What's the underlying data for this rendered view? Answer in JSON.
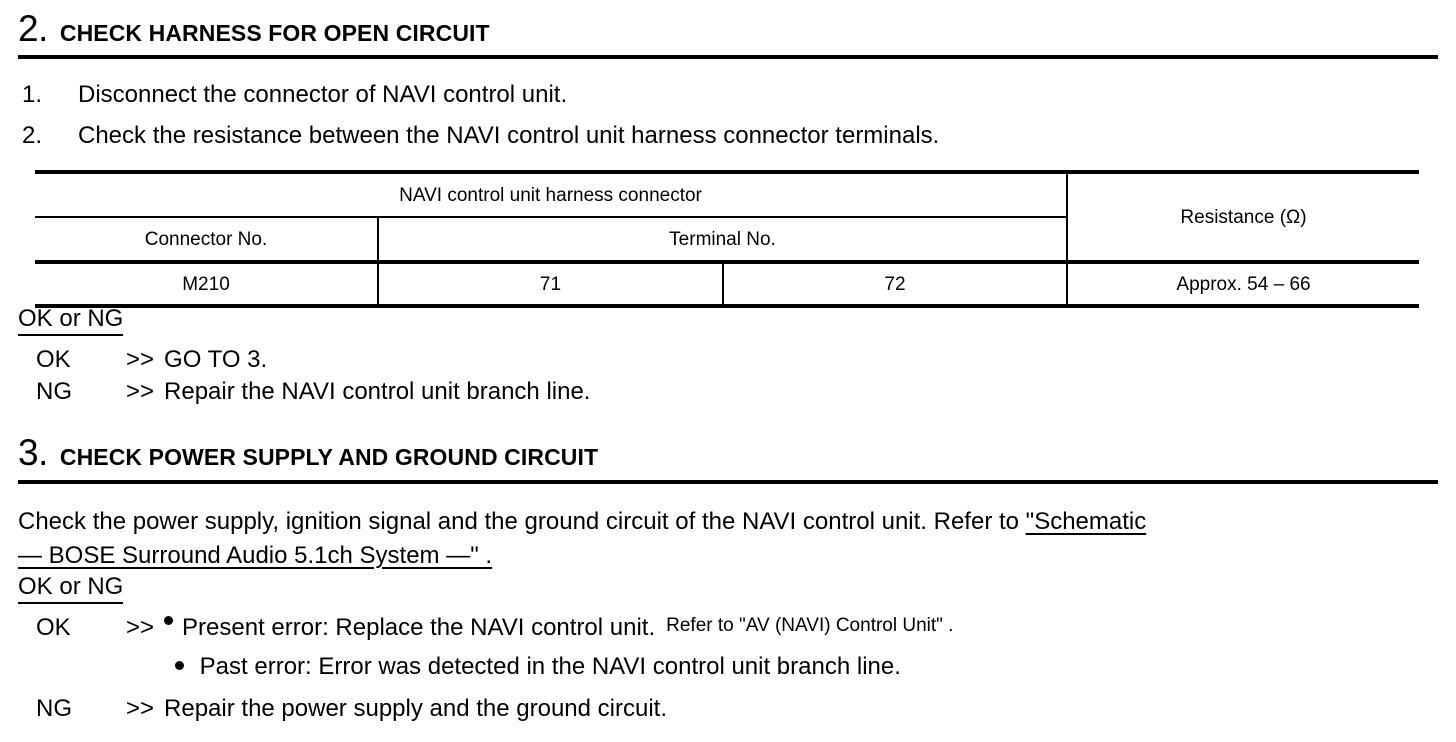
{
  "document": {
    "type": "service-manual-diagnostic-procedure"
  },
  "step2": {
    "number": "2.",
    "title": "CHECK HARNESS FOR OPEN CIRCUIT",
    "instructions": [
      {
        "n": "1.",
        "text": "Disconnect the connector of NAVI control unit."
      },
      {
        "n": "2.",
        "text": "Check the resistance between the NAVI control unit harness connector terminals."
      }
    ],
    "table": {
      "group_header": "NAVI control unit harness connector",
      "resistance_header": "Resistance (Ω)",
      "sub_headers": {
        "connector_no": "Connector No.",
        "terminal_no": "Terminal No."
      },
      "row": {
        "connector_no": "M210",
        "terminal_a": "71",
        "terminal_b": "72",
        "resistance": "Approx. 54 – 66"
      }
    },
    "result_heading": "OK or NG",
    "results": [
      {
        "label": "OK",
        "arrow": ">>",
        "text": "GO TO 3."
      },
      {
        "label": "NG",
        "arrow": ">>",
        "text": "Repair the NAVI control unit branch line."
      }
    ]
  },
  "step3": {
    "number": "3.",
    "title": "CHECK POWER SUPPLY AND GROUND CIRCUIT",
    "body_lead": "Check the power supply, ignition signal and the ground circuit of the NAVI control unit. Refer to ",
    "body_link_part1": "\"Schematic",
    "body_link_part2": "— BOSE Surround Audio 5.1ch System —\" .",
    "result_heading": "OK or NG",
    "ok": {
      "label": "OK",
      "arrow": ">>",
      "bullet1_text": "Present error: Replace the NAVI control unit.",
      "bullet1_ref": "Refer to \"AV (NAVI) Control Unit\" .",
      "bullet2_text": "Past error: Error was detected in the NAVI control unit branch line."
    },
    "ng": {
      "label": "NG",
      "arrow": ">>",
      "text": "Repair the power supply and the ground circuit."
    }
  },
  "colors": {
    "ink": "#000000",
    "paper": "#ffffff"
  }
}
